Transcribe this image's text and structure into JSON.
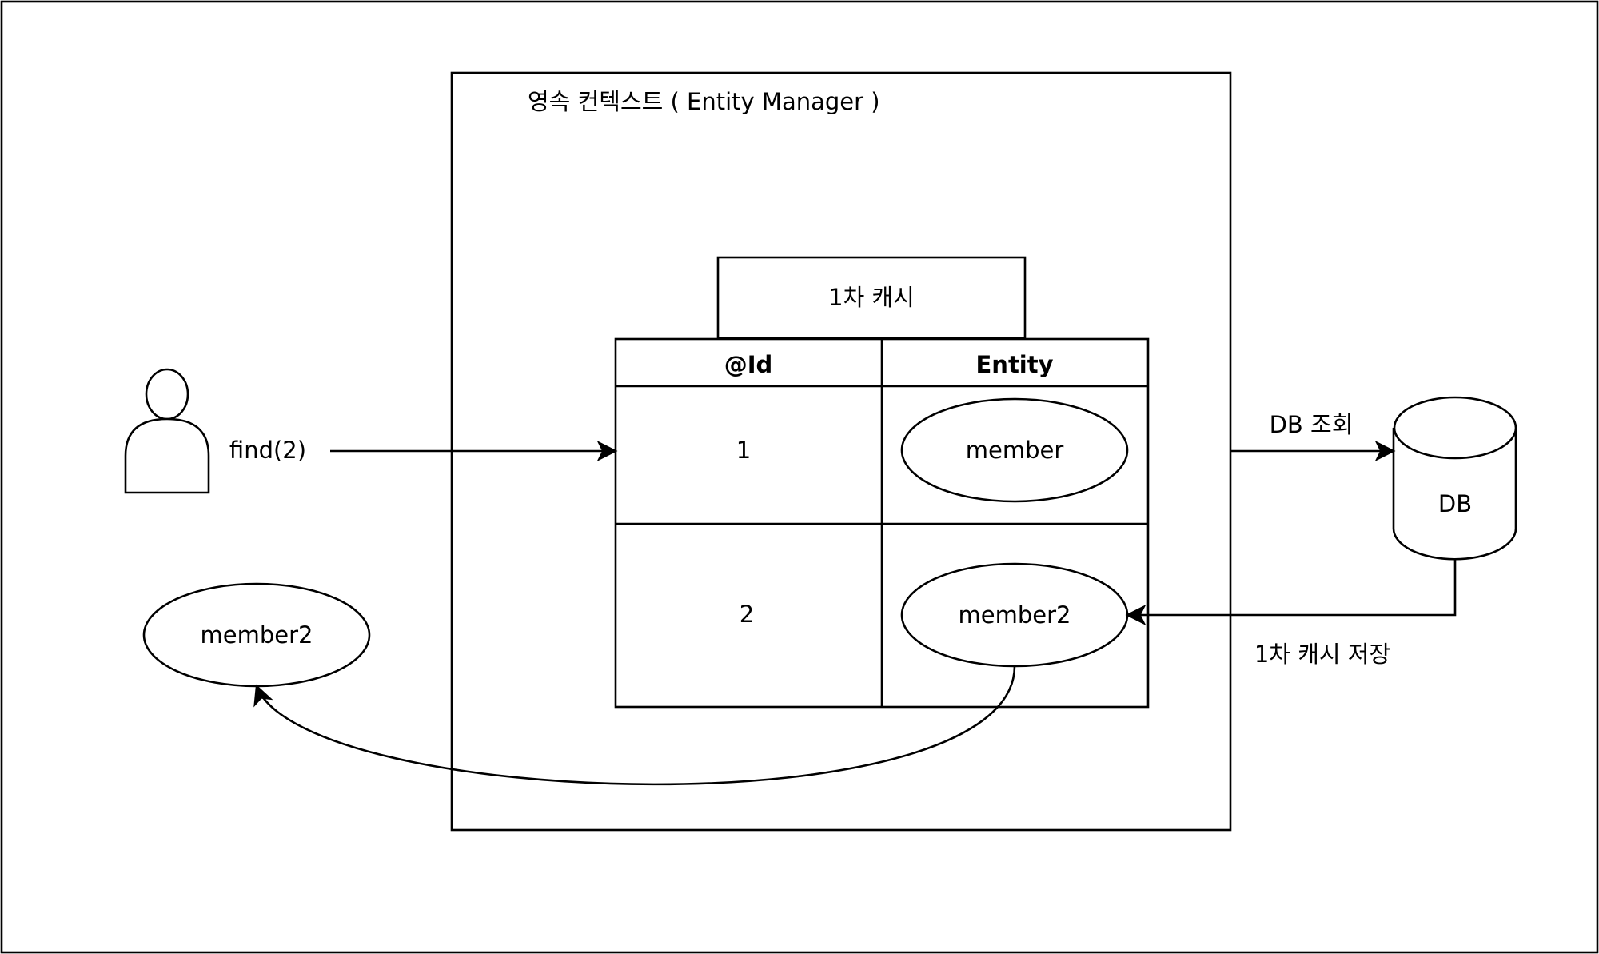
{
  "persistence_context": {
    "title": "영속 컨텍스트 ( Entity Manager )"
  },
  "first_level_cache": {
    "title": "1차 캐시",
    "table": {
      "columns": [
        "@Id",
        "Entity"
      ],
      "rows": [
        {
          "id": "1",
          "entity": "member"
        },
        {
          "id": "2",
          "entity": "member2"
        }
      ]
    }
  },
  "client": {
    "call_label": "find(2)",
    "returned_entity": "member2"
  },
  "database": {
    "label": "DB",
    "query_label": "DB 조회",
    "store_label": "1차 캐시 저장"
  }
}
